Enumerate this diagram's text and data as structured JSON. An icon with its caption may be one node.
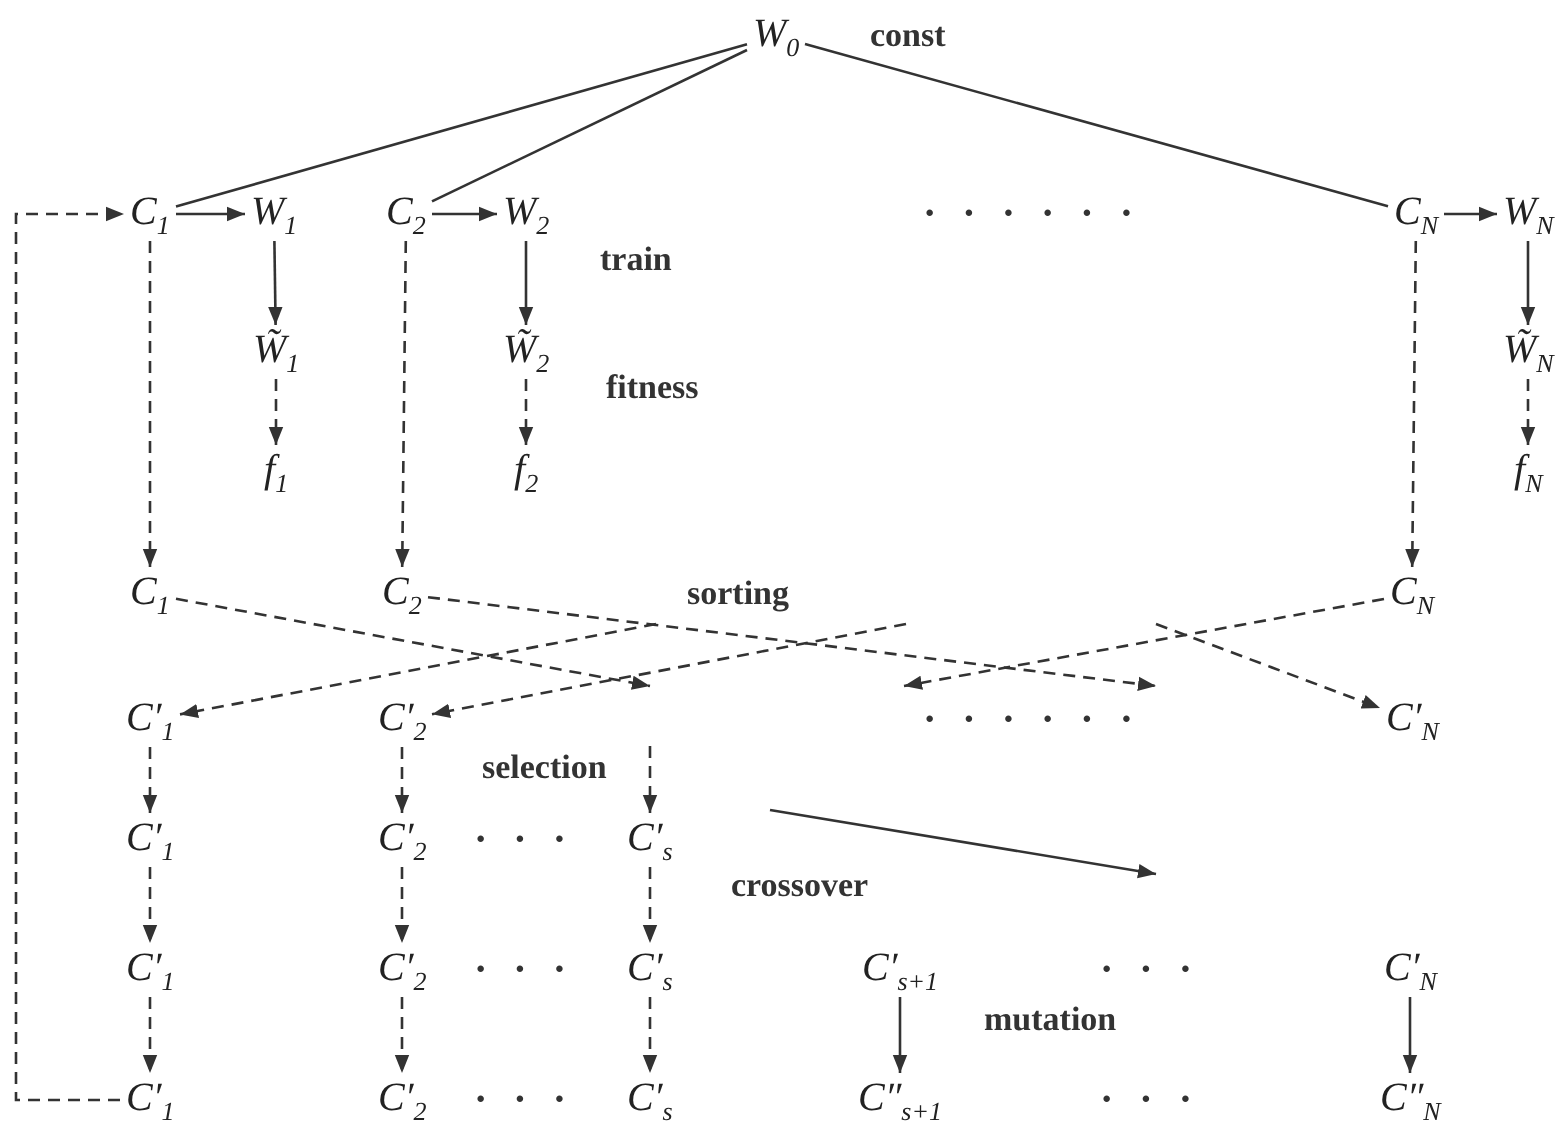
{
  "diagram": {
    "nodes": [
      {
        "text": [
          "W$_{0}$"
        ],
        "beside": [
          "const"
        ]
      },
      {
        "text": [
          "C$_{1}$"
        ]
      },
      {
        "text": [
          "W$_{1}$"
        ]
      },
      {
        "text": [
          "C$_{2}$"
        ]
      },
      {
        "text": [
          "W$_{2}$"
        ]
      },
      {
        "text": [
          "C$_{N}$"
        ]
      },
      {
        "text": [
          "W$_{N}$"
        ]
      },
      {
        "text": [
          "W̃$_{1}$"
        ]
      },
      {
        "text": [
          "W̃$_{2}$"
        ]
      },
      {
        "text": [
          "W̃$_{N}$"
        ]
      },
      {
        "text": [
          "f$_{1}$"
        ]
      },
      {
        "text": [
          "f$_{2}$"
        ]
      },
      {
        "text": [
          "f$_{N}$"
        ]
      },
      {
        "text": [
          "C$_{1}$"
        ]
      },
      {
        "text": [
          "C$_{2}$"
        ]
      },
      {
        "text": [
          "C$_{N}$"
        ]
      },
      {
        "text": [
          "C′$_{1}$"
        ]
      },
      {
        "text": [
          "C′$_{2}$"
        ]
      },
      {
        "text": [
          "C′$_{N}$"
        ]
      },
      {
        "text": [
          "C′$_{1}$"
        ]
      },
      {
        "text": [
          "C′$_{2}$"
        ]
      },
      {
        "text": [
          "C′$_{s}$"
        ]
      },
      {
        "text": [
          "C′$_{1}$"
        ]
      },
      {
        "text": [
          "C′$_{2}$"
        ]
      },
      {
        "text": [
          "C′$_{s}$"
        ]
      },
      {
        "text": [
          "C′$_{s+1}$"
        ]
      },
      {
        "text": [
          "C′$_{N}$"
        ]
      },
      {
        "text": [
          "C′$_{1}$"
        ]
      },
      {
        "text": [
          "C′$_{2}$"
        ]
      },
      {
        "text": [
          "C′$_{s}$"
        ]
      },
      {
        "text": [
          "C″$_{s+1}$"
        ]
      },
      {
        "text": [
          "C″$_{N}$"
        ]
      }
    ],
    "edges": [
      {
        "from": 0,
        "to": 1,
        "arrow": "none"
      },
      {
        "from": 0,
        "to": 3,
        "arrow": "none"
      },
      {
        "from": 0,
        "to": 5,
        "arrow": "none"
      },
      {
        "from": 1,
        "to": 2,
        "arrow": "to"
      },
      {
        "from": 3,
        "to": 4,
        "arrow": "to"
      },
      {
        "from": 5,
        "to": 6,
        "arrow": "to"
      },
      {
        "from": 2,
        "to": 7,
        "arrow": "to"
      },
      {
        "from": 4,
        "to": 8,
        "arrow": "to"
      },
      {
        "from": 6,
        "to": 9,
        "arrow": "to"
      },
      {
        "from": 7,
        "to": 10,
        "arrow": "to",
        "style": "dashed"
      },
      {
        "from": 8,
        "to": 11,
        "arrow": "to",
        "style": "dashed"
      },
      {
        "from": 9,
        "to": 12,
        "arrow": "to",
        "style": "dashed"
      },
      {
        "from": 1,
        "to": 13,
        "arrow": "to",
        "style": "dashed"
      },
      {
        "from": 3,
        "to": 14,
        "arrow": "to",
        "style": "dashed"
      },
      {
        "from": 5,
        "to": 15,
        "arrow": "to",
        "style": "dashed"
      },
      {
        "from": 13,
        "to": null,
        "arrow": "to",
        "style": "dashed"
      },
      {
        "from": 14,
        "to": null,
        "arrow": "to",
        "style": "dashed"
      },
      {
        "from": null,
        "to": 16,
        "arrow": "to",
        "style": "dashed"
      },
      {
        "from": null,
        "to": 17,
        "arrow": "to",
        "style": "dashed"
      },
      {
        "from": 15,
        "to": null,
        "arrow": "to",
        "style": "dashed"
      },
      {
        "from": null,
        "to": 18,
        "arrow": "to",
        "style": "dashed"
      },
      {
        "from": 16,
        "to": 19,
        "arrow": "to",
        "style": "dashed"
      },
      {
        "from": 17,
        "to": 20,
        "arrow": "to",
        "style": "dashed"
      },
      {
        "from": null,
        "to": 21,
        "arrow": "to",
        "style": "dashed"
      },
      {
        "from": 19,
        "to": 22,
        "arrow": "to",
        "style": "dashed"
      },
      {
        "from": 20,
        "to": 23,
        "arrow": "to",
        "style": "dashed"
      },
      {
        "from": 21,
        "to": 24,
        "arrow": "to",
        "style": "dashed"
      },
      {
        "from": 22,
        "to": 27,
        "arrow": "to",
        "style": "dashed"
      },
      {
        "from": 23,
        "to": 28,
        "arrow": "to",
        "style": "dashed"
      },
      {
        "from": 24,
        "to": 29,
        "arrow": "to",
        "style": "dashed"
      },
      {
        "from": 25,
        "to": 30,
        "arrow": "to"
      },
      {
        "from": 26,
        "to": 31,
        "arrow": "to"
      },
      {
        "from": 27,
        "to": 1,
        "arrow": "to",
        "style": "dashed"
      }
    ],
    "labels": [
      "· · · · · ·",
      "train",
      "fitness",
      "sorting",
      "· · · · · ·",
      "selection",
      "· · ·",
      "crossover",
      "· · ·",
      "· · ·",
      "mutation",
      "· · ·",
      "· · ·"
    ]
  }
}
